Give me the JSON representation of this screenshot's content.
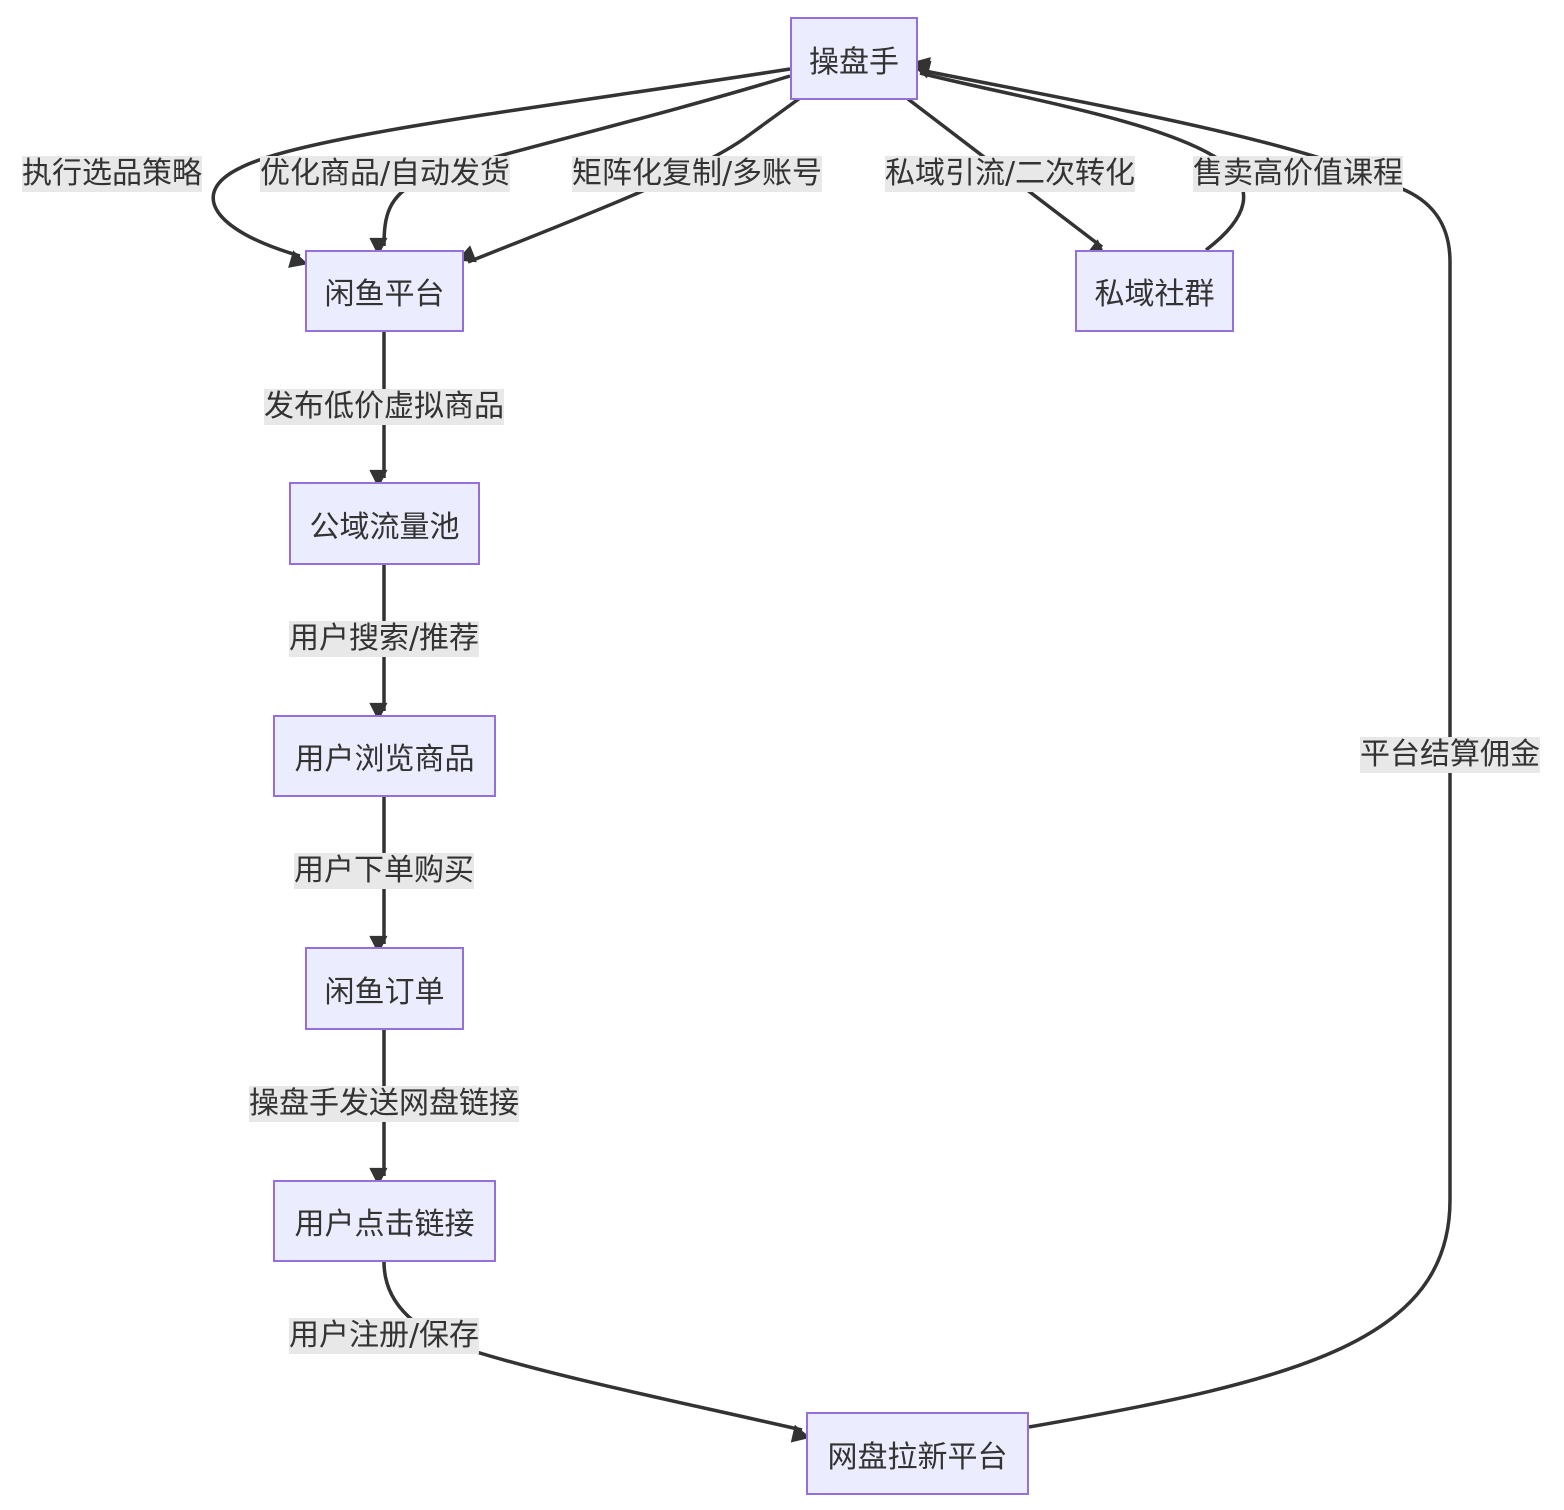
{
  "nodes": {
    "operator": "操盘手",
    "xianyu": "闲鱼平台",
    "private": "私域社群",
    "traffic": "公域流量池",
    "browse": "用户浏览商品",
    "order": "闲鱼订单",
    "click": "用户点击链接",
    "pan": "网盘拉新平台"
  },
  "edges": {
    "strategy": "执行选品策略",
    "optimize": "优化商品/自动发货",
    "matrix": "矩阵化复制/多账号",
    "private_flow": "私域引流/二次转化",
    "course": "售卖高价值课程",
    "publish": "发布低价虚拟商品",
    "search": "用户搜索/推荐",
    "buy": "用户下单购买",
    "send": "操盘手发送网盘链接",
    "register": "用户注册/保存",
    "commission": "平台结算佣金"
  },
  "colors": {
    "node_fill": "#ececff",
    "node_border": "#9370db",
    "edge": "#333333",
    "label_bg": "#e8e8e8"
  }
}
